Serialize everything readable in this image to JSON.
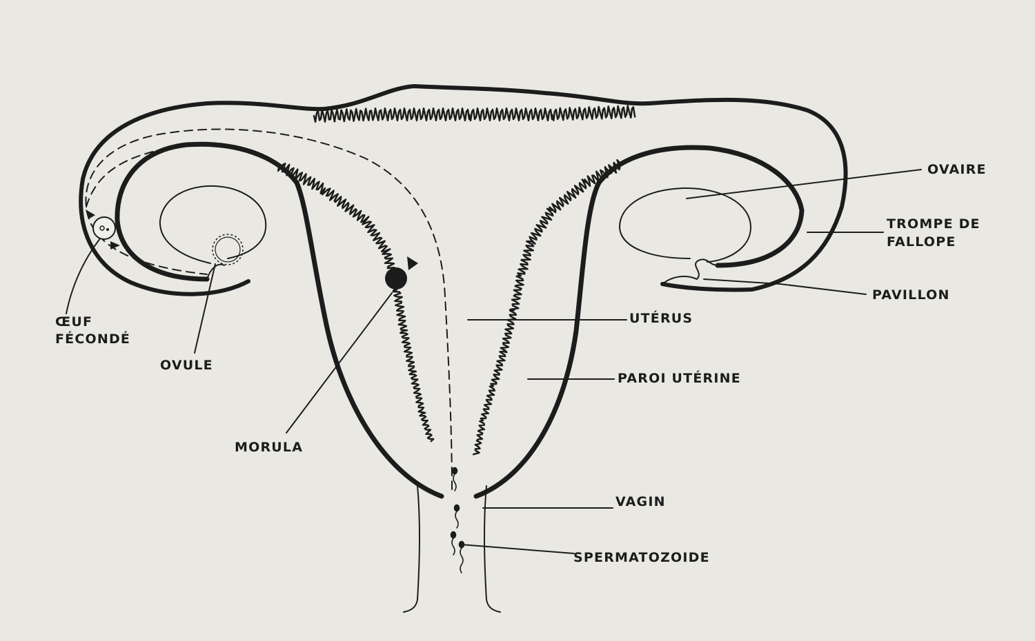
{
  "labels": {
    "ovaire": "OVAIRE",
    "trompe_line1": "TROMPE DE",
    "trompe_line2": "FALLOPE",
    "pavillon": "PAVILLON",
    "uterus": "UTÉRUS",
    "paroi_uterine": "PAROI UTÉRINE",
    "oeuf_line1": "ŒUF",
    "oeuf_line2": "FÉCONDÉ",
    "ovule": "OVULE",
    "morula": "MORULA",
    "vagin": "VAGIN",
    "spermatozoide": "SPERMATOZOIDE"
  },
  "colors": {
    "paper": "#e9e8e3",
    "ink": "#1c1c1c"
  }
}
